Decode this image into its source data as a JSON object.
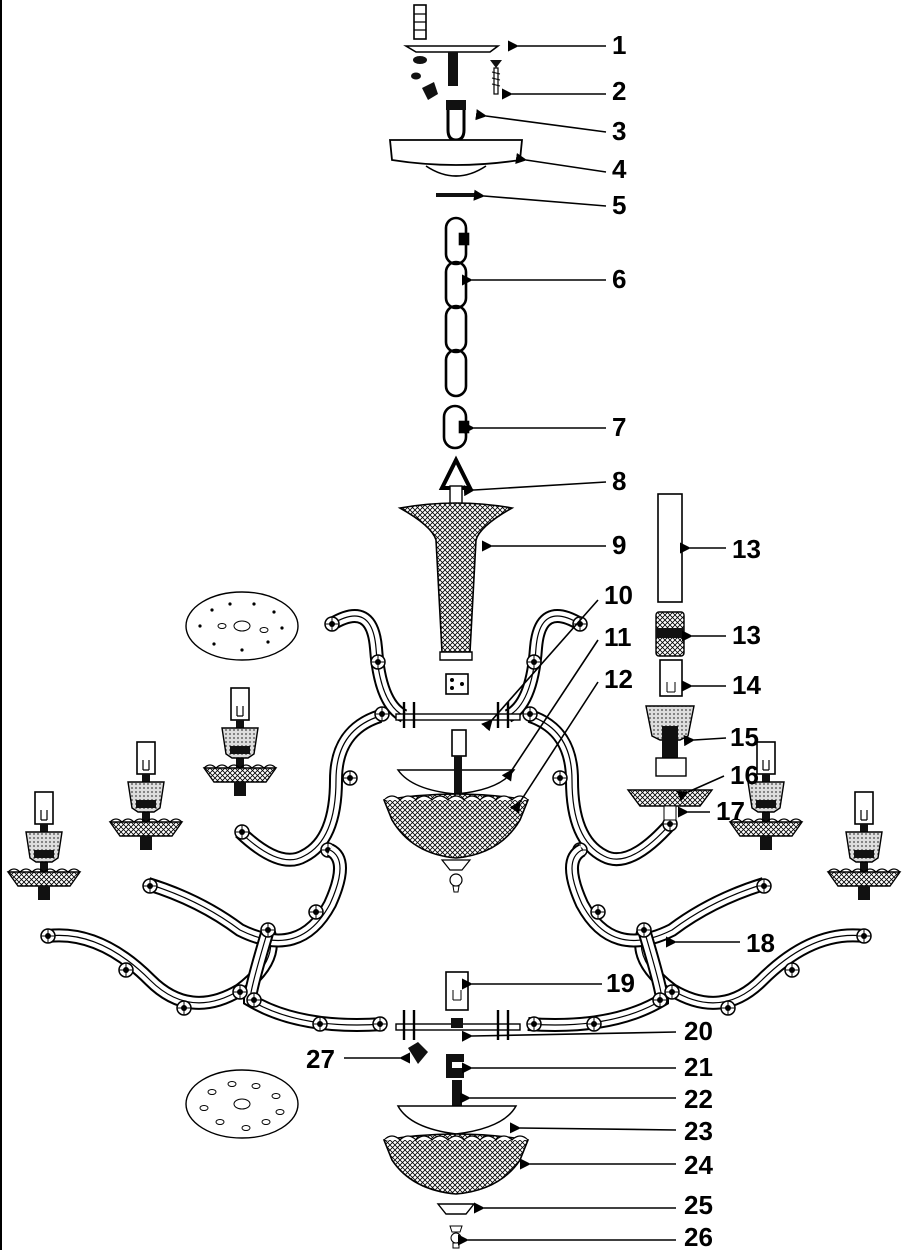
{
  "diagram": {
    "callouts": [
      "1",
      "2",
      "3",
      "4",
      "5",
      "6",
      "7",
      "8",
      "9",
      "10",
      "11",
      "12",
      "13",
      "13",
      "14",
      "15",
      "16",
      "17",
      "18",
      "19",
      "20",
      "21",
      "22",
      "23",
      "24",
      "25",
      "26",
      "27"
    ]
  },
  "colors": {
    "ink": "#000000",
    "paper": "#ffffff",
    "mesh": "#bdbdbd"
  }
}
